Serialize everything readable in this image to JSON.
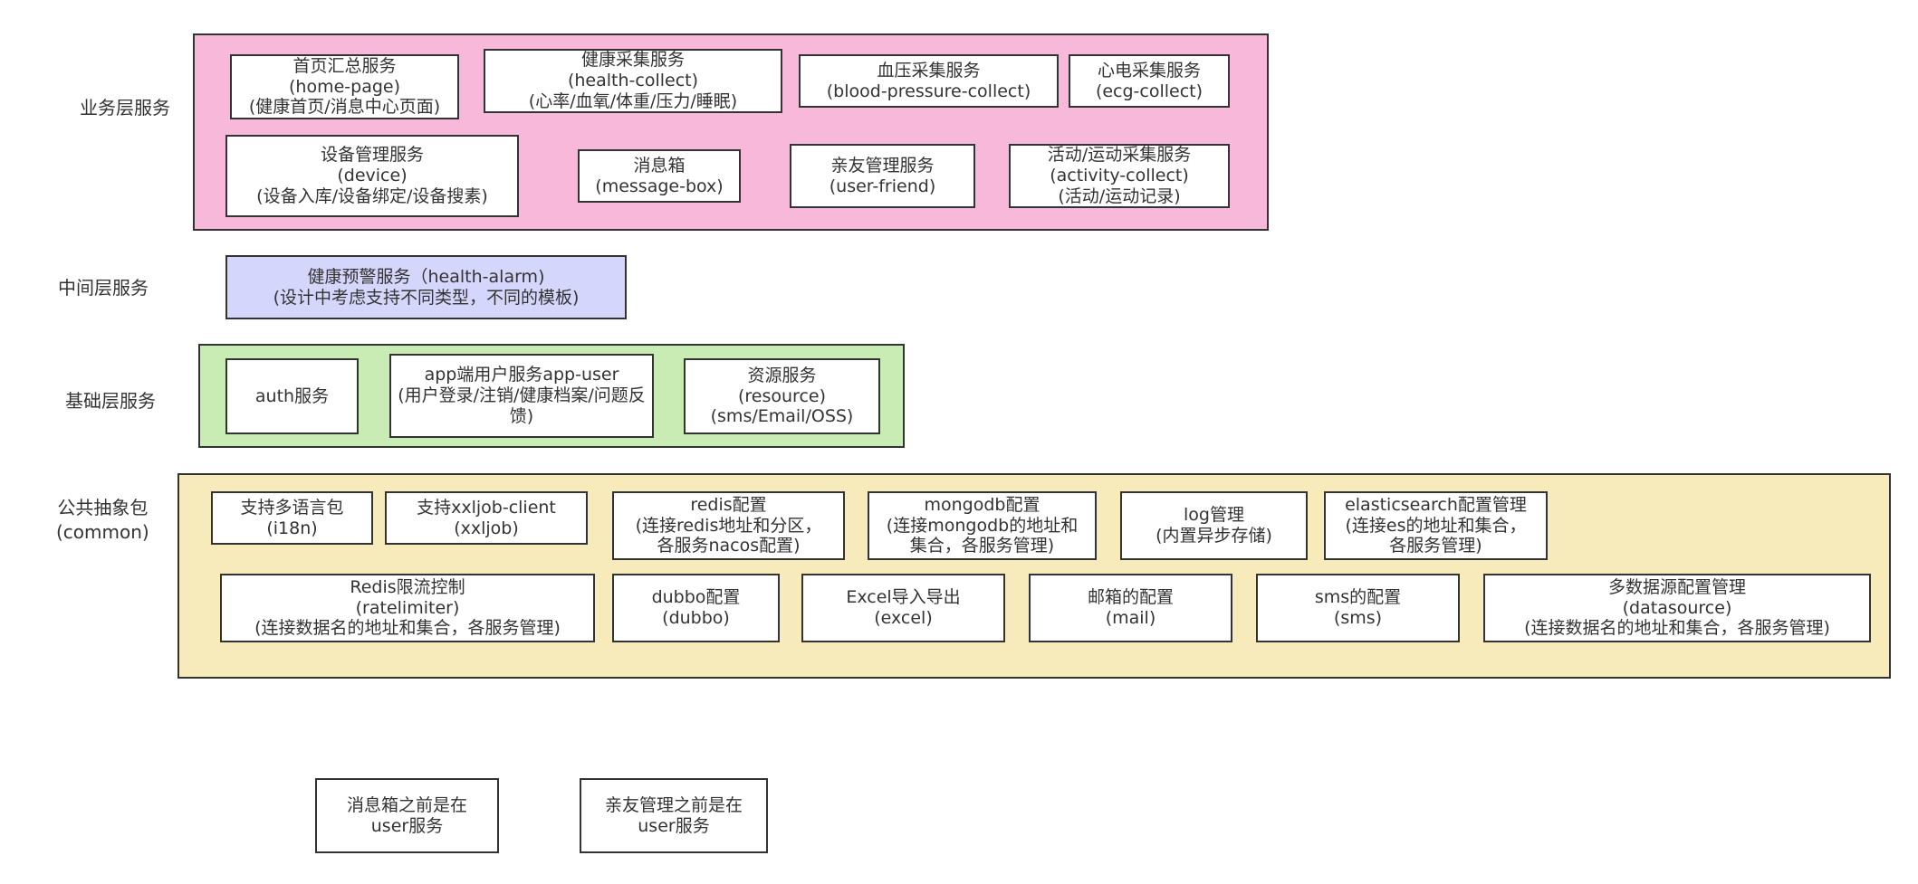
{
  "colors": {
    "business_layer": "#f7b8d9",
    "middle_layer": "#d5d6fb",
    "foundation_layer": "#c9ecb5",
    "common_layer": "#f7ebbc",
    "border": "#333333"
  },
  "layers": {
    "business": {
      "label": "业务层服务",
      "boxes": [
        [
          "首页汇总服务",
          "(home-page)",
          "(健康首页/消息中心页面)"
        ],
        [
          "健康采集服务",
          "(health-collect)",
          "(心率/血氧/体重/压力/睡眠)"
        ],
        [
          "血压采集服务",
          "(blood-pressure-collect)"
        ],
        [
          "心电采集服务",
          "(ecg-collect)"
        ],
        [
          "设备管理服务",
          "(device)",
          "(设备入库/设备绑定/设备搜素)"
        ],
        [
          "消息箱",
          "(message-box)"
        ],
        [
          "亲友管理服务",
          "(user-friend)"
        ],
        [
          "活动/运动采集服务",
          "(activity-collect)",
          "(活动/运动记录)"
        ]
      ]
    },
    "middle": {
      "label": "中间层服务",
      "boxes": [
        [
          "健康预警服务（health-alarm)",
          "(设计中考虑支持不同类型，不同的模板)"
        ]
      ]
    },
    "foundation": {
      "label": "基础层服务",
      "boxes": [
        [
          "auth服务"
        ],
        [
          "app端用户服务app-user",
          "(用户登录/注销/健康档案/问题反馈)"
        ],
        [
          "资源服务",
          "(resource)",
          "(sms/Email/OSS)"
        ]
      ]
    },
    "common": {
      "label": [
        "公共抽象包",
        "(common)"
      ],
      "boxes": [
        [
          "支持多语言包",
          "(i18n)"
        ],
        [
          "支持xxljob-client",
          "(xxljob)"
        ],
        [
          "redis配置",
          "(连接redis地址和分区，",
          "各服务nacos配置)"
        ],
        [
          "mongodb配置",
          "(连接mongodb的地址和",
          "集合，各服务管理)"
        ],
        [
          "log管理",
          "(内置异步存储)"
        ],
        [
          "elasticsearch配置管理",
          "(连接es的地址和集合，",
          "各服务管理)"
        ],
        [
          "Redis限流控制",
          "(ratelimiter)",
          "(连接数据名的地址和集合，各服务管理)"
        ],
        [
          "dubbo配置",
          "(dubbo)"
        ],
        [
          "Excel导入导出",
          "(excel)"
        ],
        [
          "邮箱的配置",
          "(mail)"
        ],
        [
          "sms的配置",
          "(sms)"
        ],
        [
          "多数据源配置管理",
          "(datasource)",
          "(连接数据名的地址和集合，各服务管理)"
        ]
      ]
    }
  },
  "notes": [
    [
      "消息箱之前是在",
      "user服务"
    ],
    [
      "亲友管理之前是在",
      "user服务"
    ]
  ]
}
